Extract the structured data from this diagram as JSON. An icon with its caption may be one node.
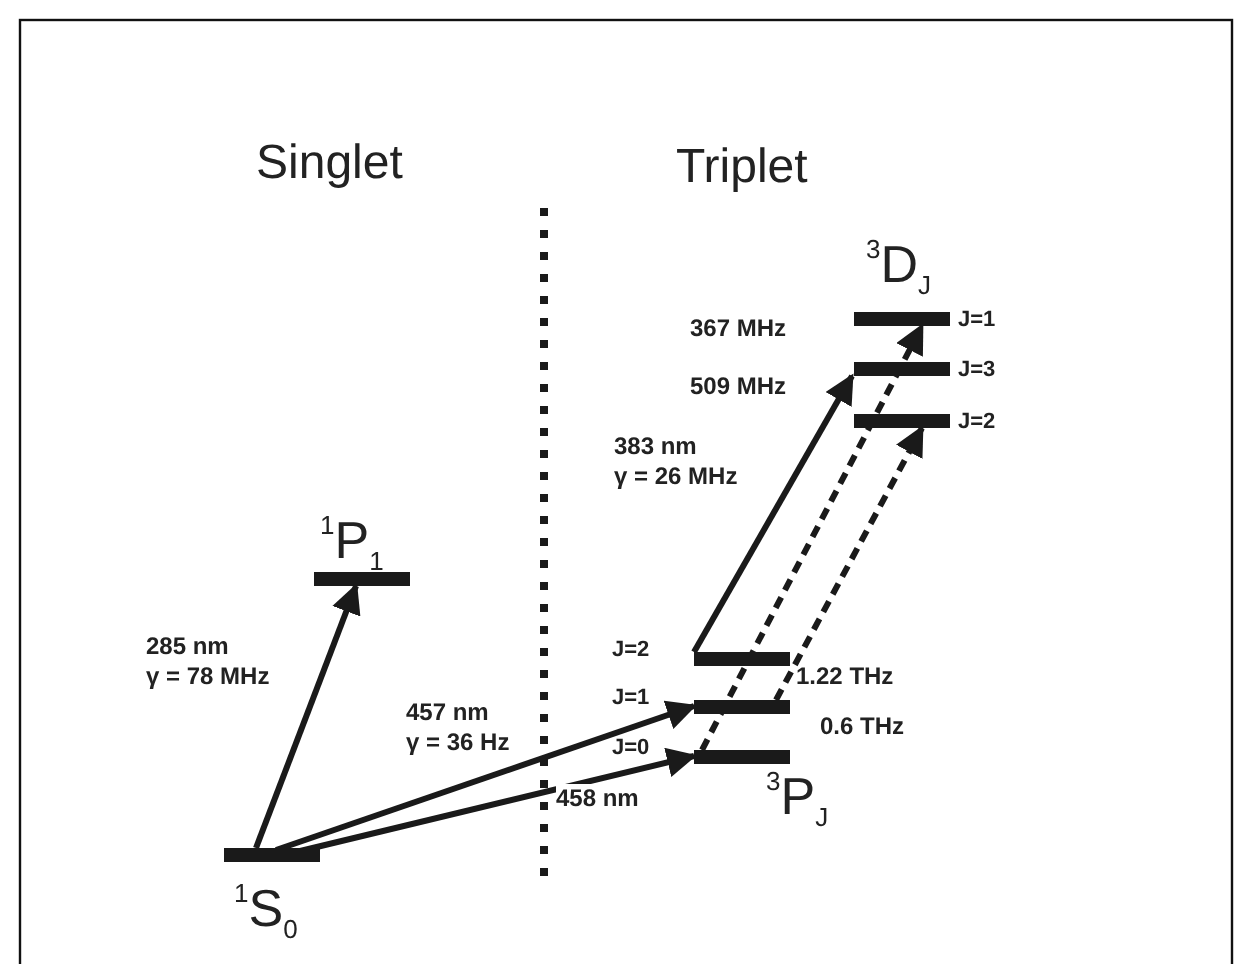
{
  "diagram": {
    "nodes": [
      {
        "text": [
          "$^{1}$S$_{0}$"
        ]
      },
      {
        "text": [
          "$^{1}$P$_{1}$"
        ]
      },
      {
        "text": [],
        "shape": "bar",
        "beside": [
          "J=2"
        ]
      },
      {
        "text": [],
        "shape": "bar",
        "beside": [
          "J=1"
        ]
      },
      {
        "text": [],
        "shape": "bar",
        "beside": [
          "J=0"
        ]
      },
      {
        "text": [],
        "shape": "bar",
        "beside": [
          "J=1"
        ]
      },
      {
        "text": [],
        "shape": "bar",
        "beside": [
          "J=3"
        ]
      },
      {
        "text": [],
        "shape": "bar",
        "beside": [
          "J=2"
        ]
      }
    ],
    "edges": [
      {
        "from": 0,
        "to": 1,
        "arrow": "to",
        "label": "285 nm γ = 78 MHz"
      },
      {
        "from": 0,
        "to": 3,
        "arrow": "to",
        "label": "457 nm γ = 36 Hz"
      },
      {
        "from": 0,
        "to": 4,
        "arrow": "to",
        "label": "458 nm"
      },
      {
        "from": 2,
        "to": 6,
        "arrow": "to",
        "label": "383 nm γ = 26 MHz"
      },
      {
        "from": 4,
        "to": 5,
        "arrow": "to",
        "style": "dashed"
      },
      {
        "from": 3,
        "to": 7,
        "arrow": "to",
        "style": "dashed"
      }
    ],
    "labels": [
      "Singlet",
      "Triplet",
      "$^{3}$D$_{J}$",
      "367 MHz",
      "509 MHz",
      "1.22 THz",
      "0.6 THz",
      "$^{3}$P$_{J}$"
    ]
  }
}
